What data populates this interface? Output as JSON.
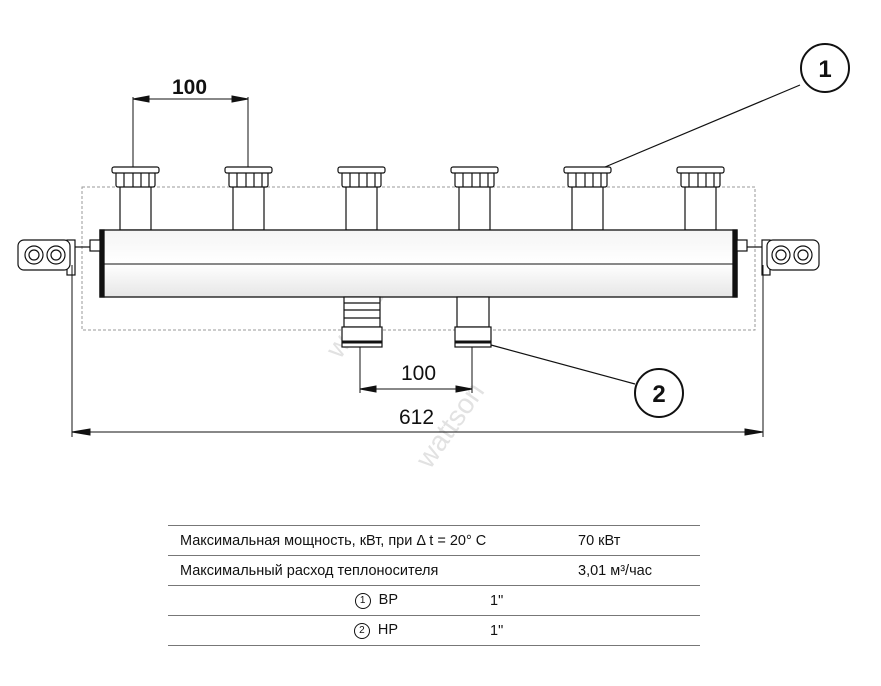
{
  "dimensions": {
    "outlet_spacing": "100",
    "supply_spacing": "100",
    "overall_length": "612"
  },
  "callouts": [
    "1",
    "2"
  ],
  "watermark": "wattson",
  "spec_table": {
    "rows": [
      {
        "label": "Максимальная мощность, кВт, при Δ t = 20° С",
        "value": "70 кВт"
      },
      {
        "label": "Максимальный расход теплоносителя",
        "value": "3,01 м³/час"
      },
      {
        "marker": "1",
        "label": "ВР",
        "value": "1\""
      },
      {
        "marker": "2",
        "label": "НР",
        "value": "1\""
      }
    ]
  }
}
